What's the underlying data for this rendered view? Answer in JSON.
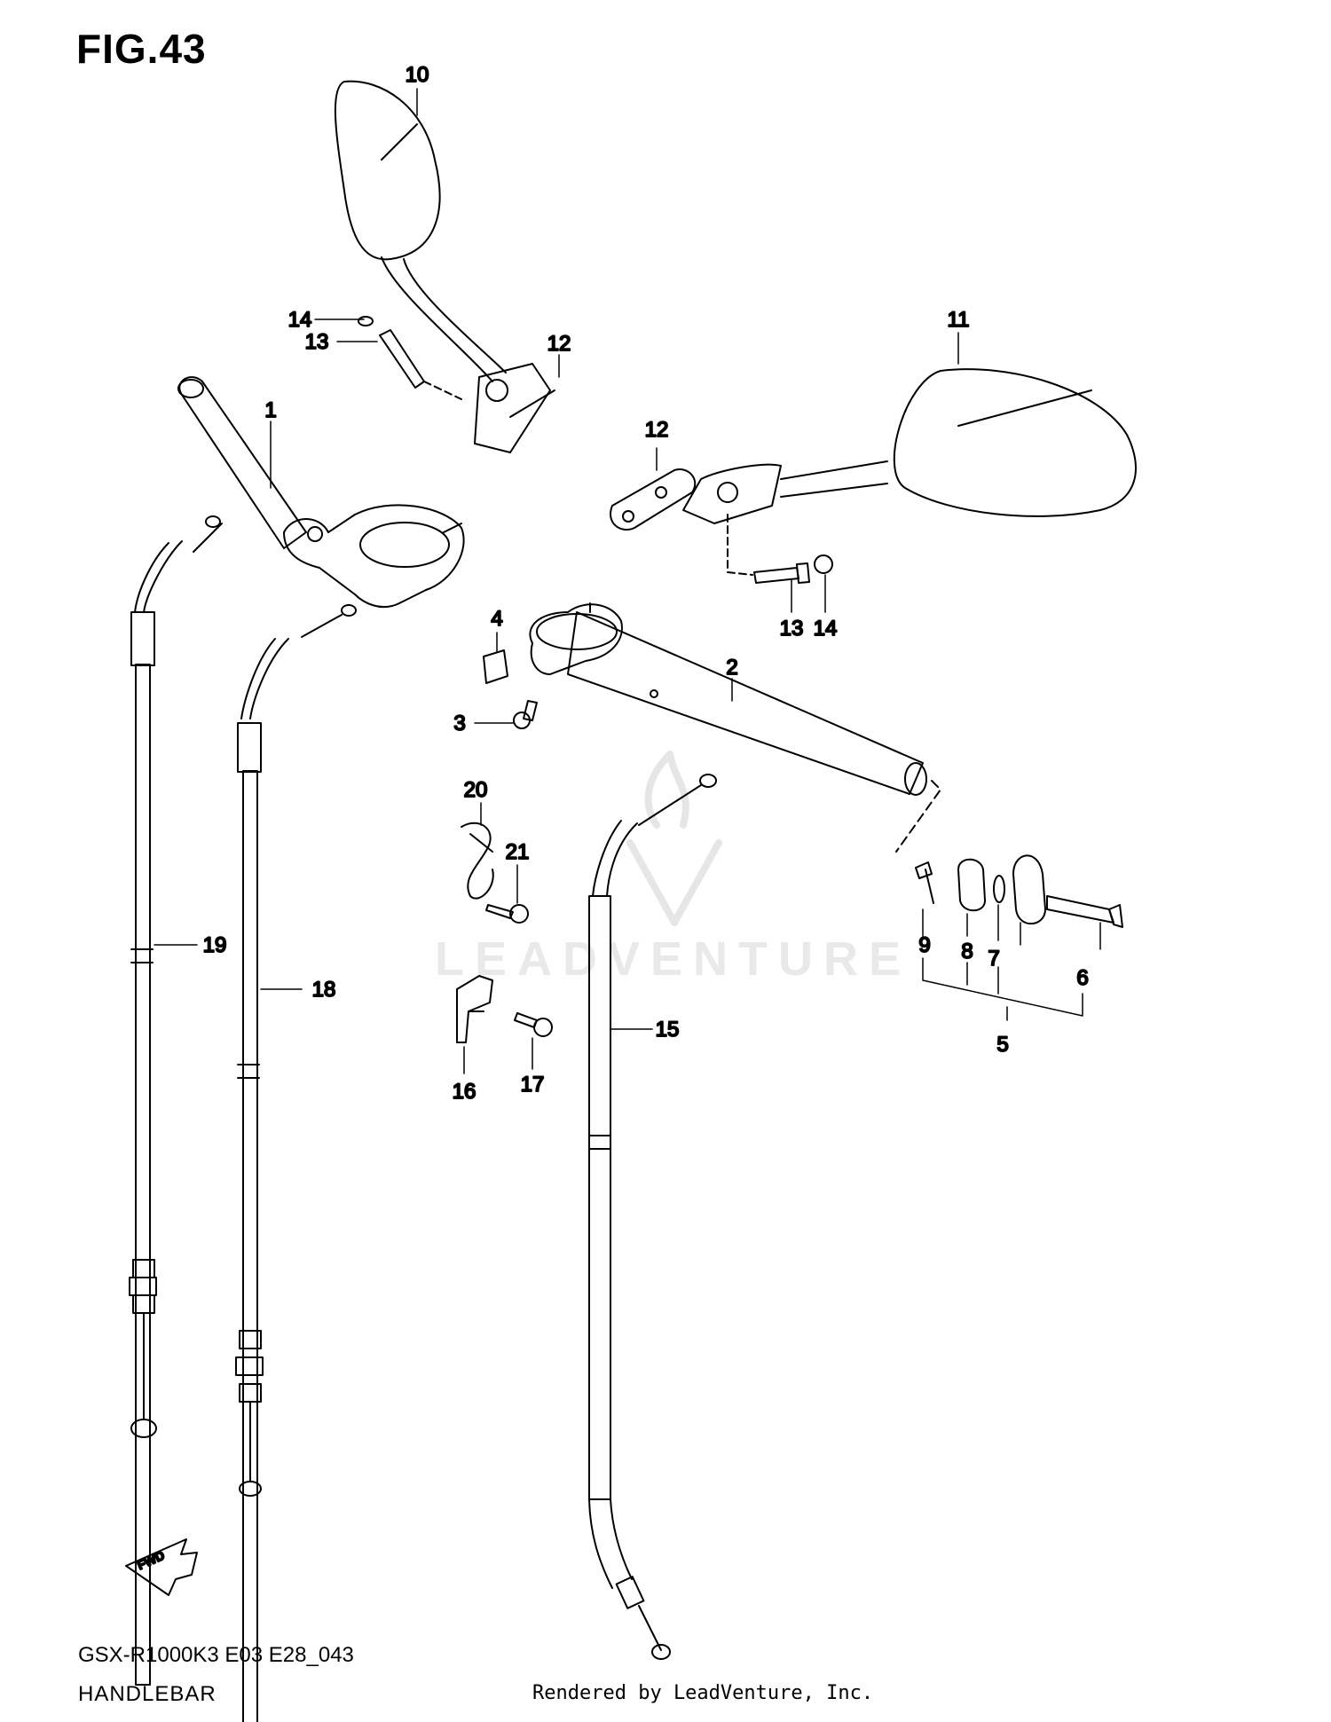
{
  "figure": {
    "title": "FIG.43",
    "model_code": "GSX-R1000K3 E03 E28_043",
    "section_name": "HANDLEBAR",
    "credit": "Rendered by LeadVenture, Inc.",
    "watermark": "LEADVENTURE",
    "direction_label": "FWD"
  },
  "callouts": [
    {
      "id": "1",
      "label": "1"
    },
    {
      "id": "2",
      "label": "2"
    },
    {
      "id": "3",
      "label": "3"
    },
    {
      "id": "4",
      "label": "4"
    },
    {
      "id": "5",
      "label": "5"
    },
    {
      "id": "6",
      "label": "6"
    },
    {
      "id": "7",
      "label": "7"
    },
    {
      "id": "8",
      "label": "8"
    },
    {
      "id": "9",
      "label": "9"
    },
    {
      "id": "10",
      "label": "10"
    },
    {
      "id": "11",
      "label": "11"
    },
    {
      "id": "12a",
      "label": "12"
    },
    {
      "id": "12b",
      "label": "12"
    },
    {
      "id": "13a",
      "label": "13"
    },
    {
      "id": "13b",
      "label": "13"
    },
    {
      "id": "14a",
      "label": "14"
    },
    {
      "id": "14b",
      "label": "14"
    },
    {
      "id": "15",
      "label": "15"
    },
    {
      "id": "16",
      "label": "16"
    },
    {
      "id": "17",
      "label": "17"
    },
    {
      "id": "18",
      "label": "18"
    },
    {
      "id": "19",
      "label": "19"
    },
    {
      "id": "20",
      "label": "20"
    },
    {
      "id": "21",
      "label": "21"
    }
  ]
}
